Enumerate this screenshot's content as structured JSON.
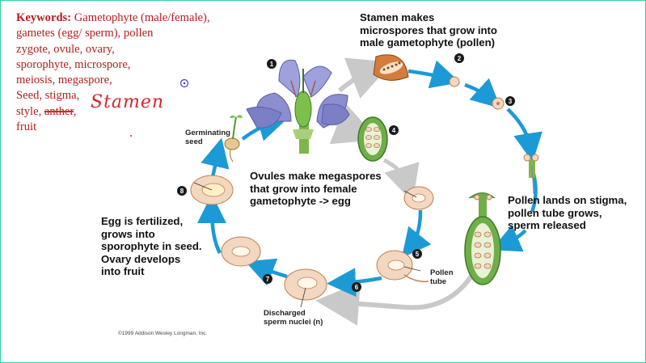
{
  "keywords": {
    "heading": "Keywords:",
    "line1": "Gametophyte (male/female),",
    "line2": "gametes (egg/ sperm), pollen",
    "line3": "zygote, ovule, ovary,",
    "line4": "sporophyte, microspore,",
    "line5": "meiosis, megaspore,",
    "line6": "Seed, stigma,",
    "line7_a": "style,",
    "line7_strike": "anther",
    "line7_b": ",",
    "line8": "fruit",
    "handwritten": "Stamen"
  },
  "labels": {
    "stamen": [
      "Stamen makes",
      "microspores that grow into",
      "male gametophyte (pollen)"
    ],
    "ovules": [
      "Ovules make megaspores",
      "that grow into female",
      "gametophyte -> egg"
    ],
    "pollen": [
      "Pollen lands on stigma,",
      "pollen tube grows,",
      "sperm released"
    ],
    "egg": [
      "Egg is fertilized,",
      "grows into",
      "sporophyte in seed.",
      "Ovary develops",
      "into fruit"
    ],
    "germinating": [
      "Germinating",
      "seed"
    ],
    "pollen_tube": [
      "Pollen",
      "tube"
    ],
    "discharged": [
      "Discharged",
      "sperm nuclei (n)"
    ],
    "copyright": "©1999 Addison Wesley Longman, Inc."
  },
  "steps": [
    "1",
    "2",
    "3",
    "4",
    "5",
    "6",
    "7",
    "8"
  ],
  "colors": {
    "keyword_text": "#b51d1d",
    "handwriting": "#d9242b",
    "cycle_arrow": "#1c9ad6",
    "gray_arrow": "#c9c9c9",
    "frame": "#2fd3a8",
    "petal": "#8b8fd0",
    "ovule_green": "#5c9b3a",
    "tissue_pink": "#f3d7c0"
  }
}
